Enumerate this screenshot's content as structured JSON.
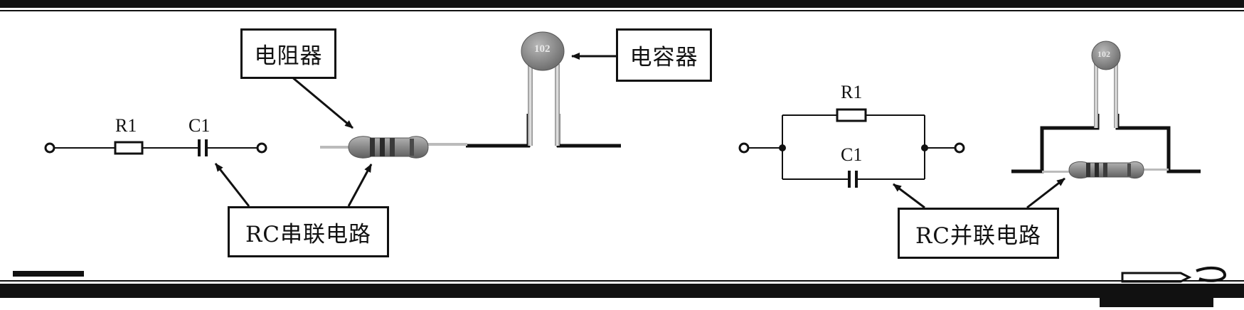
{
  "labels": {
    "resistor": "电阻器",
    "capacitor": "电容器",
    "rc_series": "RC串联电路",
    "rc_parallel": "RC并联电路"
  },
  "series_circuit": {
    "r_label": "R1",
    "c_label": "C1"
  },
  "parallel_circuit": {
    "r_label": "R1",
    "c_label": "C1"
  },
  "capacitor_marking": "102",
  "colors": {
    "ink": "#111111",
    "component_body": "#8a8a8a",
    "background": "#ffffff"
  }
}
